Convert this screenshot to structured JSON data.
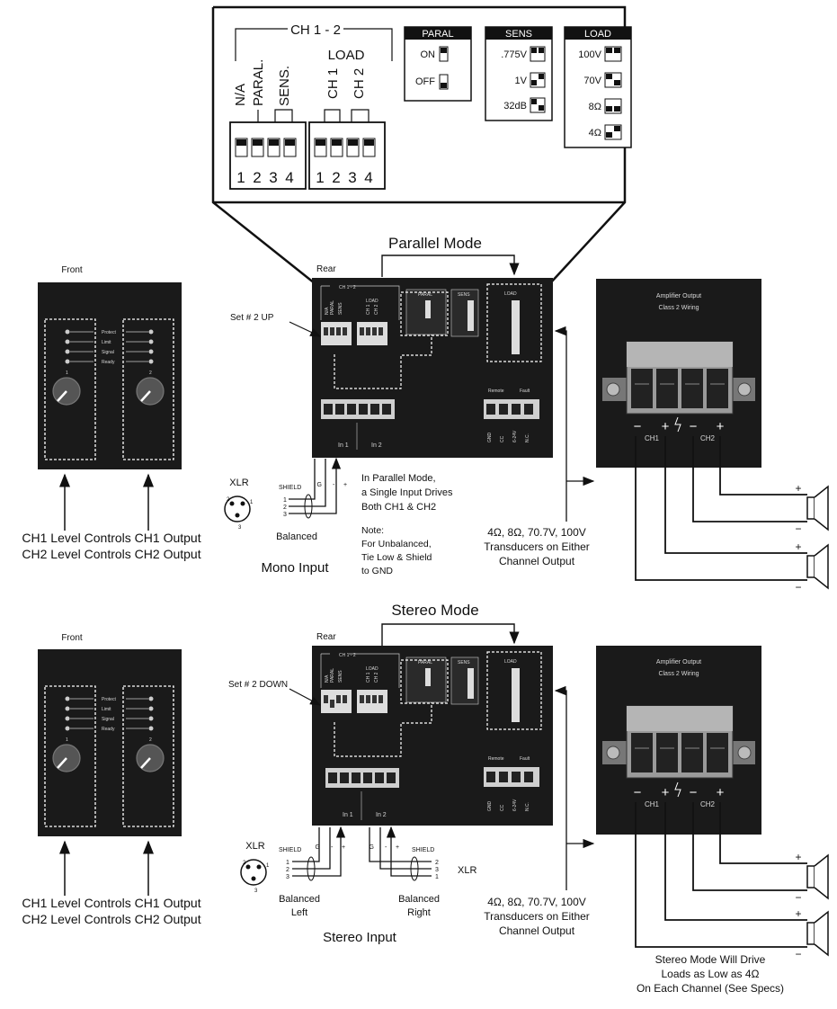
{
  "callout": {
    "ch12": "CH 1 - 2",
    "dip_labels": [
      "N/A",
      "PARAL.",
      "SENS."
    ],
    "load": "LOAD",
    "ch1": "CH 1",
    "ch2": "CH 2",
    "nums_a": [
      "1",
      "2",
      "3",
      "4"
    ],
    "nums_b": [
      "1",
      "2",
      "3",
      "4"
    ],
    "paral": {
      "title": "PARAL",
      "on": "ON",
      "off": "OFF"
    },
    "sens": {
      "title": "SENS",
      "v775": ".775V",
      "v1": "1V",
      "db32": "32dB"
    },
    "loadbox": {
      "title": "LOAD",
      "v100": "100V",
      "v70": "70V",
      "o8": "8Ω",
      "o4": "4Ω"
    }
  },
  "parallel": {
    "mode_title": "Parallel Mode",
    "front": "Front",
    "rear": "Rear",
    "set_label": "Set # 2 UP",
    "level_text": [
      "CH1 Level Controls CH1 Output",
      "CH2 Level Controls CH2 Output"
    ],
    "xlr": "XLR",
    "shield": "SHIELD",
    "balanced": "Balanced",
    "input_title": "Mono Input",
    "note_mode": [
      "In Parallel Mode,",
      "a Single Input Drives",
      "Both CH1 & CH2"
    ],
    "note": [
      "Note:",
      "For Unbalanced,",
      "Tie Low & Shield",
      "to GND"
    ],
    "transducers": [
      "4Ω, 8Ω, 70.7V, 100V",
      "Transducers on Either",
      "Channel Output"
    ],
    "amp_title": [
      "Amplifier Output",
      "Class 2 Wiring"
    ],
    "in1": "In 1",
    "in2": "In 2"
  },
  "stereo": {
    "mode_title": "Stereo Mode",
    "front": "Front",
    "rear": "Rear",
    "set_label": "Set # 2 DOWN",
    "level_text": [
      "CH1 Level Controls CH1 Output",
      "CH2 Level Controls CH2 Output"
    ],
    "xlr_left": "XLR",
    "xlr_right": "XLR",
    "shield": "SHIELD",
    "balanced_left": [
      "Balanced",
      "Left"
    ],
    "balanced_right": [
      "Balanced",
      "Right"
    ],
    "input_title": "Stereo Input",
    "transducers": [
      "4Ω, 8Ω, 70.7V, 100V",
      "Transducers on Either",
      "Channel Output"
    ],
    "stereo_note": [
      "Stereo Mode Will Drive",
      "Loads as Low as 4Ω",
      "On Each Channel (See Specs)"
    ],
    "amp_title": [
      "Amplifier Output",
      "Class 2 Wiring"
    ],
    "in1": "In 1",
    "in2": "In 2"
  },
  "panel_small": {
    "ch12": "CH 1 - 2",
    "paral": "PARAL",
    "sens": "SENS",
    "load": "LOAD",
    "remote": "Remote",
    "fault": "Fault",
    "term_labels": [
      "GND",
      "CC",
      "6-24V",
      "N.C."
    ]
  },
  "front_panel": {
    "leds": [
      "Protect",
      "Limit",
      "Signal",
      "Ready"
    ],
    "ch_nums": [
      "1",
      "2"
    ]
  },
  "amp_terminals": {
    "minus": "−",
    "plus": "+",
    "ch1": "CH1",
    "ch2": "CH2",
    "spk_plus": "+",
    "spk_minus": "−"
  }
}
